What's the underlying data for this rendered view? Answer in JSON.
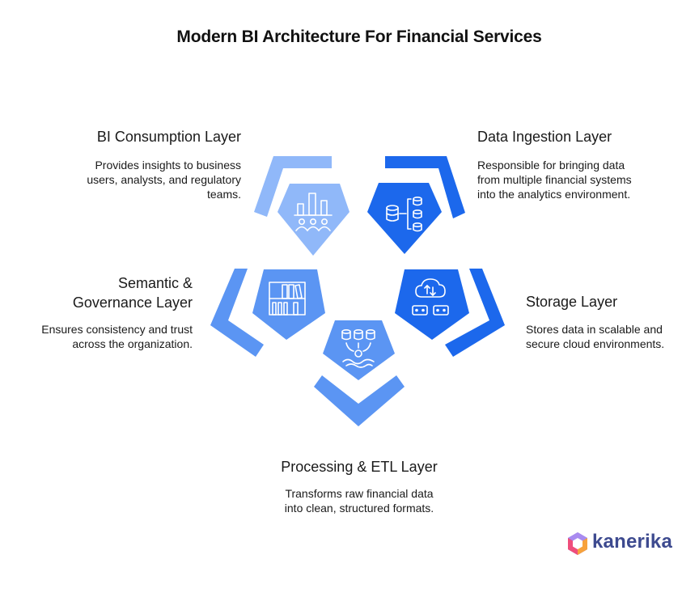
{
  "title": "Modern BI Architecture For Financial Services",
  "layers": {
    "bi_consumption": {
      "title": "BI Consumption Layer",
      "desc_lines": [
        "Provides insights to business",
        "users, analysts, and regulatory",
        "teams."
      ]
    },
    "data_ingestion": {
      "title": "Data Ingestion Layer",
      "desc_lines": [
        "Responsible for bringing data",
        "from multiple financial systems",
        "into the analytics environment."
      ]
    },
    "semantic": {
      "title_lines": [
        "Semantic &",
        "Governance Layer"
      ],
      "desc_lines": [
        "Ensures consistency and trust",
        "across the organization."
      ]
    },
    "storage": {
      "title": "Storage Layer",
      "desc_lines": [
        "Stores data in scalable and",
        "secure cloud environments."
      ]
    },
    "processing": {
      "title": "Processing & ETL Layer",
      "desc_lines": [
        "Transforms raw financial data",
        "into clean, structured formats."
      ]
    }
  },
  "brand": {
    "name": "kanerika"
  },
  "colors": {
    "light_blue": "#90b8f9",
    "medium_blue": "#5b95f3",
    "dark_blue": "#1c68ec",
    "text": "#1a1a1a",
    "brand_text": "#3d4a8f"
  },
  "icons": {
    "bi_consumption": "analytics-users-icon",
    "data_ingestion": "database-connect-icon",
    "semantic": "library-books-icon",
    "storage": "cloud-transfer-icon",
    "processing": "data-processing-icon"
  }
}
